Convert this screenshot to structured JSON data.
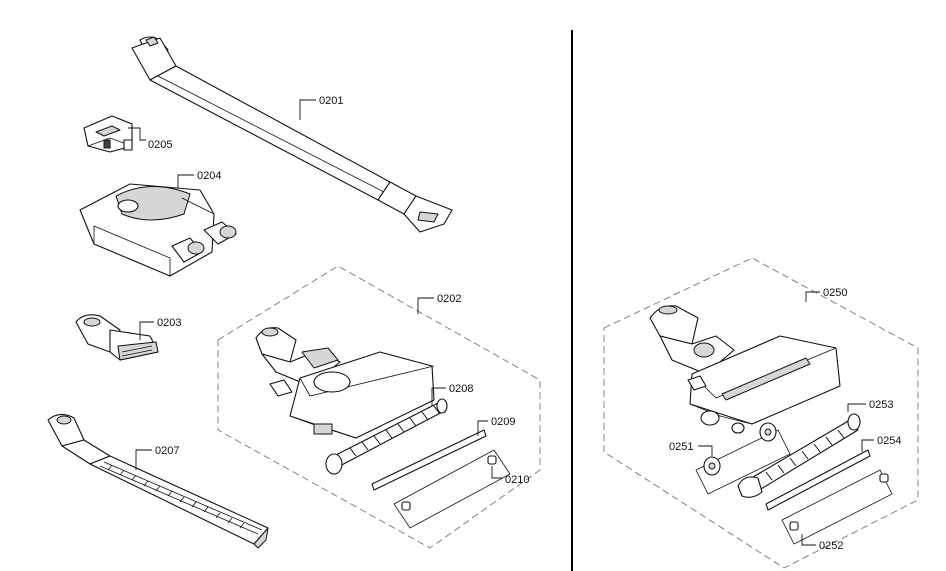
{
  "parts": {
    "p0201": "0201",
    "p0202": "0202",
    "p0203": "0203",
    "p0204": "0204",
    "p0205": "0205",
    "p0207": "0207",
    "p0208": "0208",
    "p0209": "0209",
    "p0210": "0210",
    "p0250": "0250",
    "p0251": "0251",
    "p0252": "0252",
    "p0253": "0253",
    "p0254": "0254"
  }
}
